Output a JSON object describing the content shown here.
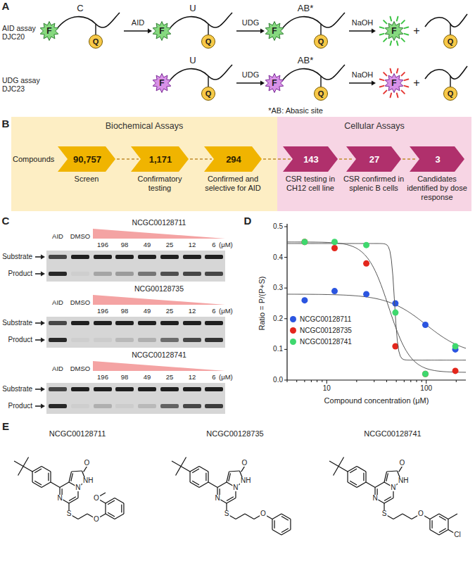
{
  "diagram": {
    "nodes": [
      {
        "text": [
          "F"
        ]
      },
      {
        "text": [
          "Q"
        ]
      },
      {
        "text": [
          "F"
        ]
      },
      {
        "text": [
          "Q"
        ]
      },
      {
        "text": [
          "F"
        ]
      },
      {
        "text": [
          "Q"
        ]
      },
      {
        "text": [
          "F"
        ]
      },
      {
        "text": [
          "Q"
        ]
      },
      {
        "text": [
          "F"
        ]
      },
      {
        "text": [
          "Q"
        ]
      },
      {
        "text": [
          "F"
        ]
      },
      {
        "text": [
          "Q"
        ]
      },
      {
        "text": [
          "F"
        ]
      },
      {
        "text": [
          "Q"
        ]
      },
      {
        "text": [
          "Biochemical Assays"
        ]
      },
      {
        "text": [
          "90,757",
          "Screen"
        ],
        "in": 14
      },
      {
        "text": [
          "1,171",
          "Confirmatory testing"
        ],
        "in": 14
      },
      {
        "text": [
          "294",
          "Confirmed and selective for AID"
        ],
        "in": 14
      },
      {
        "text": [
          "Cellular Assays"
        ]
      },
      {
        "text": [
          "143",
          "CSR testing in CH12 cell line"
        ],
        "in": 18
      },
      {
        "text": [
          "27",
          "CSR confirmed in splenic B cells"
        ],
        "in": 18
      },
      {
        "text": [
          "3",
          "Candidates identified by dose response"
        ],
        "in": 18
      }
    ],
    "edges": [
      {
        "from": 15,
        "to": 16,
        "arrow": "none"
      },
      {
        "from": 16,
        "to": 17,
        "arrow": "none"
      },
      {
        "from": 17,
        "to": 19,
        "arrow": "none"
      },
      {
        "from": 19,
        "to": 20,
        "arrow": "none"
      },
      {
        "from": 20,
        "to": 21,
        "arrow": "none"
      }
    ],
    "labels": [
      "A",
      "C",
      "AID assay DJC20",
      "AID",
      "U",
      "UDG",
      "AB*",
      "NaOH",
      "+",
      "UDG assay DJC23",
      "U",
      "UDG",
      "AB*",
      "NaOH",
      "+",
      "*AB: Abasic site",
      "B",
      "Compounds",
      "C",
      "NCGC00128711",
      "AID",
      "DMSO",
      "196",
      "98",
      "49",
      "25",
      "12",
      "6",
      "(μM)",
      "Substrate",
      "Product",
      "NCG00128735",
      "AID",
      "DMSO",
      "196",
      "98",
      "49",
      "25",
      "12",
      "6",
      "(μM)",
      "Substrate",
      "Product",
      "NCGC00128741",
      "AID",
      "DMSO",
      "196",
      "98",
      "49",
      "25",
      "12",
      "6",
      "(μM)",
      "Substrate",
      "Product",
      "D",
      "0.5",
      "0.4",
      "0.3",
      "0.2",
      "0.1",
      "0.0",
      "Ratio = P/(P+S)",
      "10",
      "100",
      "Compound concentration (μM)",
      "E",
      "NCGC00128711",
      "O",
      "NH",
      "N",
      "N",
      "S",
      "O",
      "O",
      "NCGC00128735",
      "O",
      "NH",
      "N",
      "N",
      "S",
      "O",
      "NCGC00128741",
      "O",
      "NH",
      "N",
      "N",
      "S",
      "O",
      "Cl"
    ],
    "legend": [
      {
        "text": "NCGC00128711",
        "color": "#2b55e0"
      },
      {
        "text": "NCGC00128735",
        "color": "#e3261c"
      },
      {
        "text": "NCGC00128741",
        "color": "#3fd86e"
      }
    ]
  }
}
